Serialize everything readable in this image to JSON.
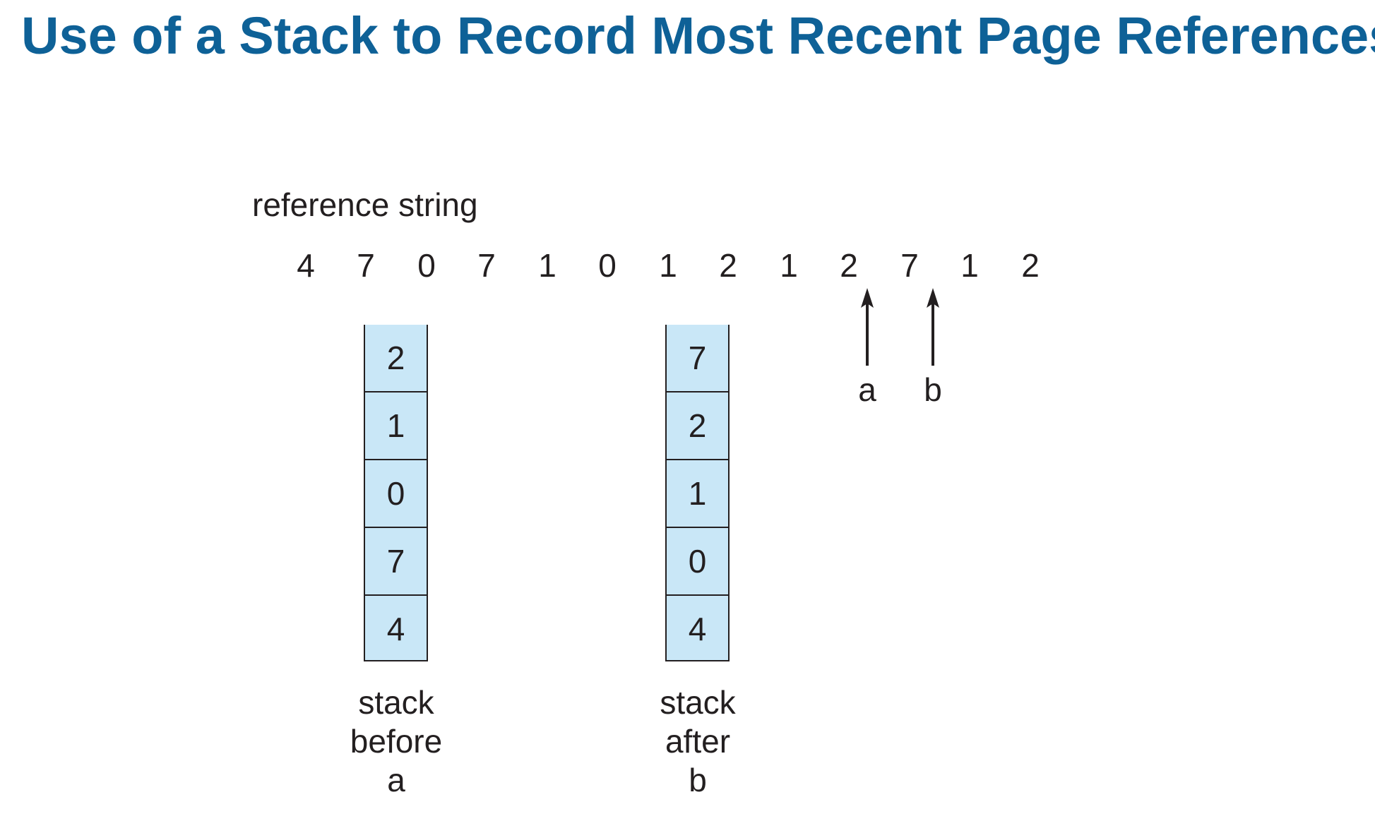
{
  "title": "Use of a Stack to Record Most Recent Page References",
  "reference_label": "reference string",
  "reference_string": [
    "4",
    "7",
    "0",
    "7",
    "1",
    "0",
    "1",
    "2",
    "1",
    "2",
    "7",
    "1",
    "2"
  ],
  "stack_before": {
    "cells": [
      "2",
      "1",
      "0",
      "7",
      "4"
    ],
    "caption": [
      "stack",
      "before",
      "a"
    ]
  },
  "stack_after": {
    "cells": [
      "7",
      "2",
      "1",
      "0",
      "4"
    ],
    "caption": [
      "stack",
      "after",
      "b"
    ]
  },
  "pointers": {
    "a": "a",
    "b": "b"
  },
  "colors": {
    "title": "#0e6197",
    "stack_fill": "#c9e7f7",
    "text": "#231f20"
  }
}
